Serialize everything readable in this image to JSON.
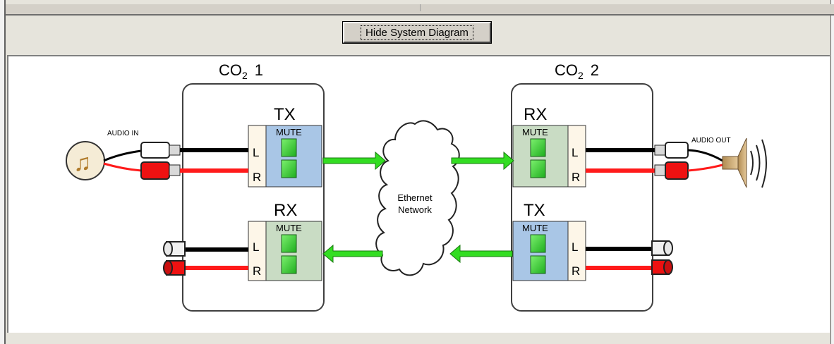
{
  "toolbar": {
    "toggle_label": "Hide System Diagram"
  },
  "diagram": {
    "unit1": {
      "name": "CO",
      "subscript": "2",
      "number": "1",
      "top_label": "TX",
      "bottom_label": "RX"
    },
    "unit2": {
      "name": "CO",
      "subscript": "2",
      "number": "2",
      "top_label": "RX",
      "bottom_label": "TX"
    },
    "mute_label": "MUTE",
    "channel_left": "L",
    "channel_right": "R",
    "audio_in_label": "AUDIO IN",
    "audio_out_label": "AUDIO OUT",
    "network_line1": "Ethernet",
    "network_line2": "Network"
  },
  "colors": {
    "tx_module": "#a9c6e6",
    "rx_module": "#c9dcc4",
    "mute_button": "#39d83a",
    "arrow": "#33dd22",
    "cable_left": "#000000",
    "cable_right": "#ff1a1a"
  }
}
